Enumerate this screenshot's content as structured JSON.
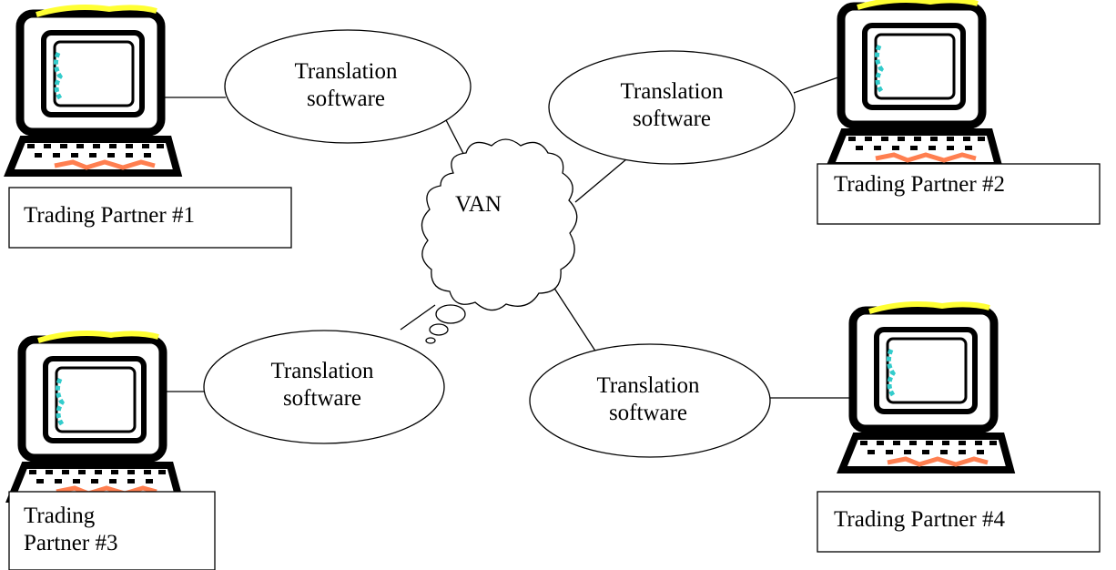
{
  "network": {
    "label": "VAN"
  },
  "translation": [
    {
      "line1": "Translation",
      "line2": "software"
    },
    {
      "line1": "Translation",
      "line2": "software"
    },
    {
      "line1": "Translation",
      "line2": "software"
    },
    {
      "line1": "Translation",
      "line2": "software"
    }
  ],
  "partners": [
    {
      "label": "Trading Partner #1"
    },
    {
      "label": "Trading Partner #2"
    },
    {
      "line1": "Trading",
      "line2": "Partner #3"
    },
    {
      "label": "Trading Partner #4"
    }
  ],
  "colors": {
    "computer_outline": "#000000",
    "screen_accent": "#33cccc",
    "top_accent": "#ffff33",
    "keyboard_accent": "#ff7f50"
  },
  "icons": [
    "computer-icon",
    "cloud-icon"
  ]
}
